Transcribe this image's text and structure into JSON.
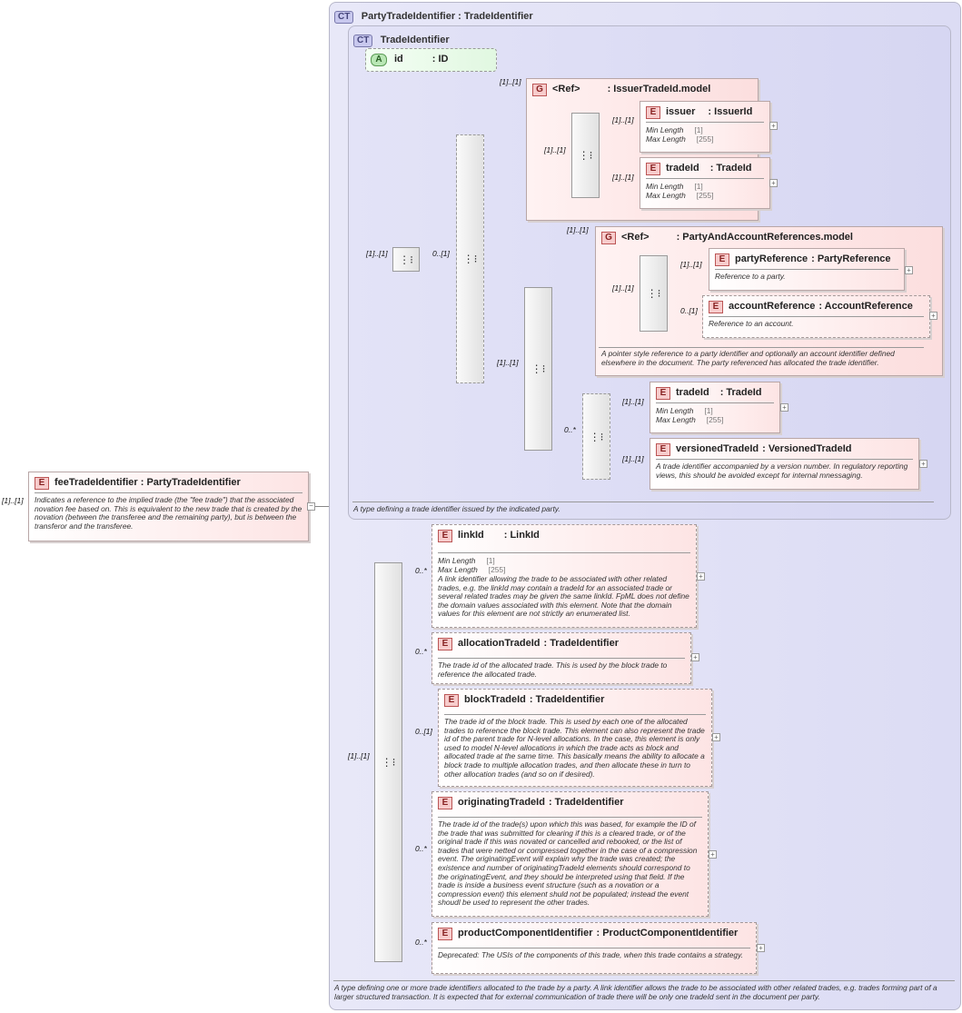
{
  "ct_outer": {
    "badge": "CT",
    "title": "PartyTradeIdentifier : TradeIdentifier",
    "description": "A type defining one or more trade identifiers allocated to the trade by a party. A link identifier allows the trade to be associated with other related trades, e.g. trades forming part of a larger structured transaction. It is expected that for external communication of trade there will be only one tradeId sent in the document per party."
  },
  "ct_inner": {
    "badge": "CT",
    "title": "TradeIdentifier",
    "description": "A type defining a trade identifier issued by the indicated party."
  },
  "root": {
    "tag": "E",
    "name": "feeTradeIdentifier : PartyTradeIdentifier",
    "card": "[1]..[1]",
    "description": "Indicates a reference to the implied trade (the \"fee trade\") that the associated novation fee based on. This is equivalent to the new trade that is created by the novation (between the transferee and the remaining party), but is between the transferor and the transferee."
  },
  "attr_id": {
    "tag": "A",
    "name": "id",
    "type": ": ID"
  },
  "group_issuer": {
    "tag": "G",
    "ref": "<Ref>",
    "name": ": IssuerTradeId.model",
    "card": "[1]..[1]"
  },
  "issuer": {
    "tag": "E",
    "name": "issuer",
    "type": ": IssuerId",
    "card": "[1]..[1]",
    "facet1_label": "Min Length",
    "facet1_value": "[1]",
    "facet2_label": "Max Length",
    "facet2_value": "[255]"
  },
  "tradeId1": {
    "tag": "E",
    "name": "tradeId",
    "type": ": TradeId",
    "card": "[1]..[1]",
    "facet1_label": "Min Length",
    "facet1_value": "[1]",
    "facet2_label": "Max Length",
    "facet2_value": "[255]"
  },
  "group_party": {
    "tag": "G",
    "ref": "<Ref>",
    "name": ": PartyAndAccountReferences.model",
    "card": "[1]..[1]",
    "description": "A pointer style reference to a party identifier and optionally an account identifier defined elsewhere in the document. The party referenced has allocated the trade identifier."
  },
  "partyReference": {
    "tag": "E",
    "name": "partyReference",
    "type": ": PartyReference",
    "card": "[1]..[1]",
    "description": "Reference to a party."
  },
  "accountReference": {
    "tag": "E",
    "name": "accountReference",
    "type": ": AccountReference",
    "card": "0..[1]",
    "description": "Reference to an account."
  },
  "tradeId2": {
    "tag": "E",
    "name": "tradeId",
    "type": ": TradeId",
    "card": "[1]..[1]",
    "facet1_label": "Min Length",
    "facet1_value": "[1]",
    "facet2_label": "Max Length",
    "facet2_value": "[255]"
  },
  "versionedTradeId": {
    "tag": "E",
    "name": "versionedTradeId",
    "type": ": VersionedTradeId",
    "card": "[1]..[1]",
    "description": "A trade identifier accompanied by a version number. In regulatory reporting views, this should be avoided except for internal mnessaging."
  },
  "linkId": {
    "tag": "E",
    "name": "linkId",
    "type": ": LinkId",
    "card": "0..*",
    "facet1_label": "Min Length",
    "facet1_value": "[1]",
    "facet2_label": "Max Length",
    "facet2_value": "[255]",
    "description": "A link identifier allowing the trade to be associated with other related trades, e.g. the linkId may contain a tradeId for an associated trade or several related trades may be given the same linkId. FpML does not define the domain values associated with this element. Note that the domain values for this element are not strictly an enumerated list."
  },
  "allocationTradeId": {
    "tag": "E",
    "name": "allocationTradeId",
    "type": ": TradeIdentifier",
    "card": "0..*",
    "description": "The trade id of the allocated trade. This is used by the block trade to reference the allocated trade."
  },
  "blockTradeId": {
    "tag": "E",
    "name": "blockTradeId",
    "type": ": TradeIdentifier",
    "card": "0..[1]",
    "description": "The trade id of the block trade. This is used by each one of the allocated trades to reference the block trade. This element can also represent the trade id of the parent trade for N-level allocations. In the case, this element is only used to model N-level allocations in which the trade acts as block and allocated trade at the same time. This basically means the ability to allocate a block trade to multiple allocation trades, and then allocate these in turn to other allocation trades (and so on if desired)."
  },
  "originatingTradeId": {
    "tag": "E",
    "name": "originatingTradeId",
    "type": ": TradeIdentifier",
    "card": "0..*",
    "description": "The trade id of the trade(s) upon which this was based, for example the ID of the trade that was submitted for clearing if this is a cleared trade, or of the original trade if this was novated or cancelled and rebooked, or the list of trades that were netted or compressed together in the case of a compression event. The originatingEvent will explain why the trade was created; the existence and number of originatingTradeId elements should correspond to the originatingEvent, and they should be interpreted using that field. If the trade is inside a business event structure (such as a novation or a compression event) this element shuld not be populated; instead the event shoudl be used to represent the other trades."
  },
  "productComponentIdentifier": {
    "tag": "E",
    "name": "productComponentIdentifier",
    "type": ": ProductComponentIdentifier",
    "card": "0..*",
    "description": "Deprecated: The USIs of the components of this trade, when this trade contains a strategy."
  },
  "cards": {
    "seq_main": "[1]..[1]",
    "choice_outer": "0..[1]",
    "seq_party": "[1]..[1]",
    "seq_tradeid_choice": "0..*",
    "seq_bottom": "[1]..[1]"
  },
  "icons": {
    "sequence": "sequence-icon",
    "choice": "choice-icon",
    "expand": "plus-icon",
    "collapse": "minus-icon"
  }
}
